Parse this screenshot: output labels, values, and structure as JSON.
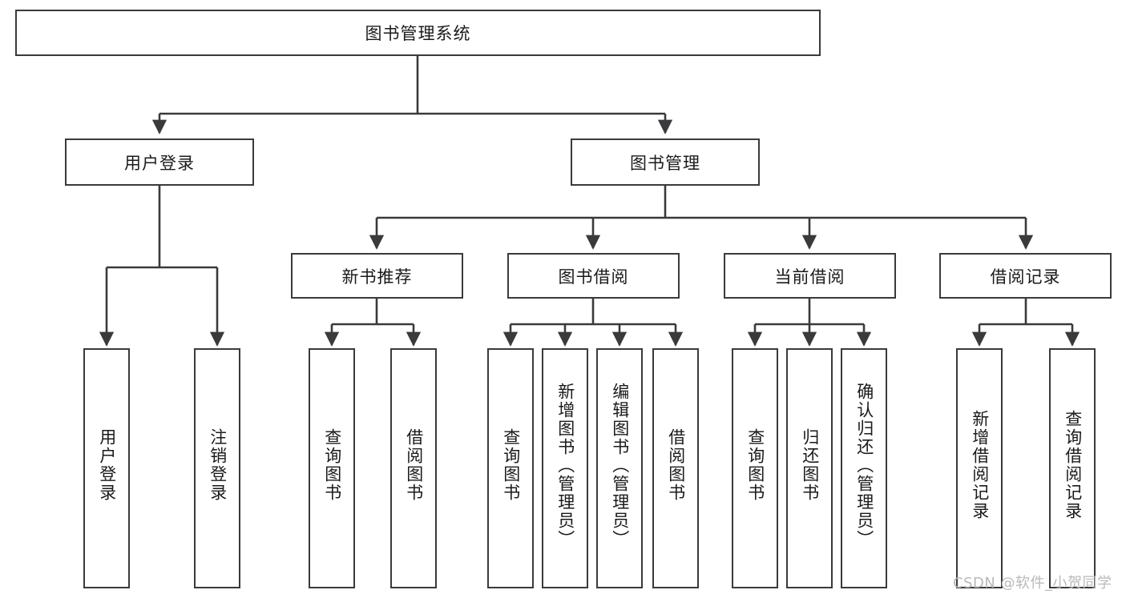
{
  "diagram": {
    "type": "tree",
    "title": "图书管理系统",
    "root": {
      "id": "root",
      "label": "图书管理系统"
    },
    "level2": [
      {
        "id": "user-login",
        "label": "用户登录"
      },
      {
        "id": "book-management",
        "label": "图书管理"
      }
    ],
    "level3": [
      {
        "id": "new-book-recommend",
        "label": "新书推荐"
      },
      {
        "id": "book-borrow",
        "label": "图书借阅"
      },
      {
        "id": "current-borrow",
        "label": "当前借阅"
      },
      {
        "id": "borrow-record",
        "label": "借阅记录"
      }
    ],
    "leaves": {
      "user_login": [
        {
          "id": "leaf-user-login",
          "label": "用户登录"
        },
        {
          "id": "leaf-logout-login",
          "label": "注销登录"
        }
      ],
      "new_book_recommend": [
        {
          "id": "leaf-query-book-1",
          "label": "查询图书"
        },
        {
          "id": "leaf-borrow-book-1",
          "label": "借阅图书"
        }
      ],
      "book_borrow": [
        {
          "id": "leaf-query-book-2",
          "label": "查询图书"
        },
        {
          "id": "leaf-add-book",
          "label": "新增图书（管理员）"
        },
        {
          "id": "leaf-edit-book",
          "label": "编辑图书（管理员）"
        },
        {
          "id": "leaf-borrow-book-2",
          "label": "借阅图书"
        }
      ],
      "current_borrow": [
        {
          "id": "leaf-query-book-3",
          "label": "查询图书"
        },
        {
          "id": "leaf-return-book",
          "label": "归还图书"
        },
        {
          "id": "leaf-confirm-return",
          "label": "确认归还（管理员）"
        }
      ],
      "borrow_record": [
        {
          "id": "leaf-add-record",
          "label": "新增借阅记录"
        },
        {
          "id": "leaf-query-record",
          "label": "查询借阅记录"
        }
      ]
    },
    "colors": {
      "stroke": "#3a3a3c",
      "background": "#ffffff",
      "text": "#1a1a1a",
      "watermark": "#b9b9b9"
    }
  },
  "watermark": {
    "text": "CSDN @软件_小贺同学"
  }
}
